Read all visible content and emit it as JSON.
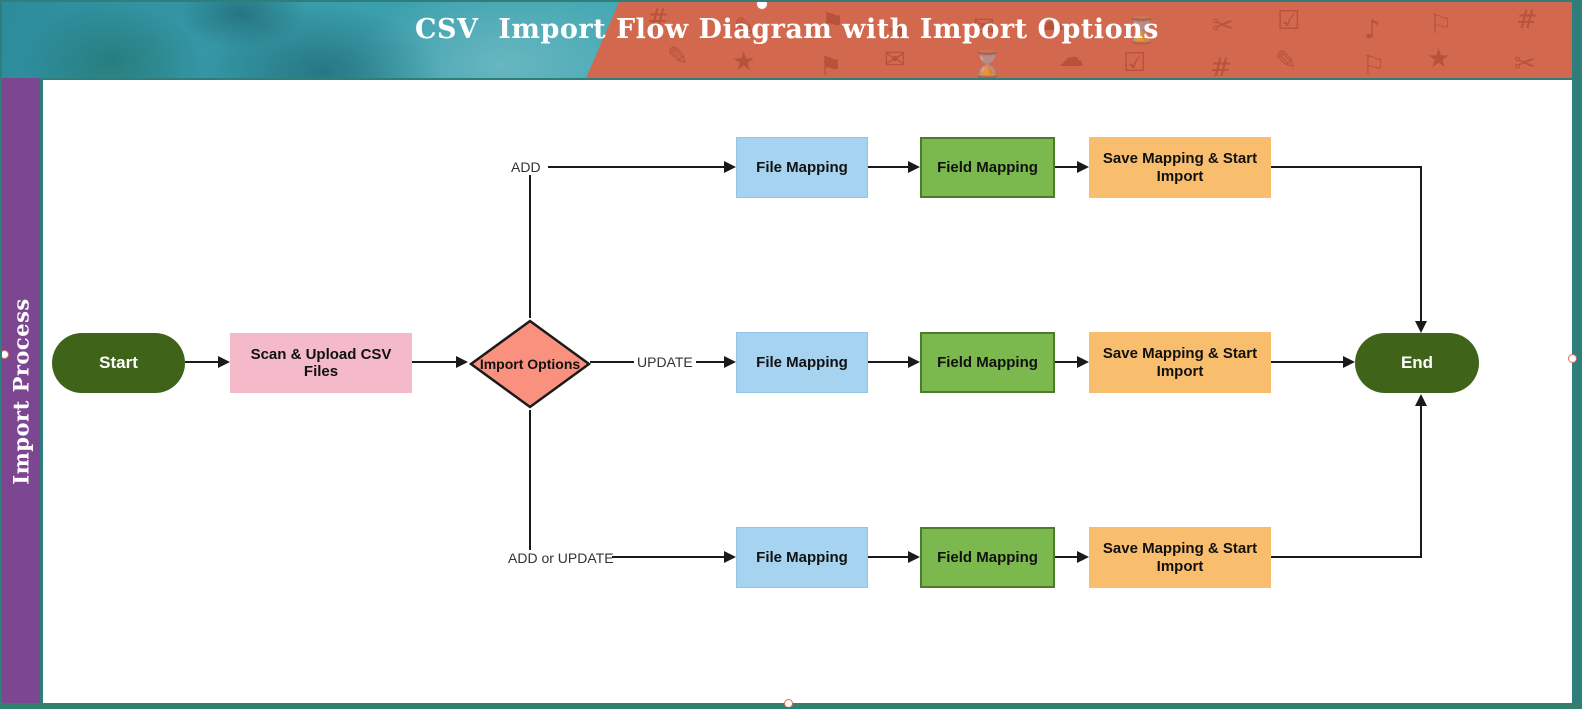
{
  "header": {
    "title": "CSV  Import Flow Diagram with Import Options"
  },
  "lane": {
    "title": "Import Process"
  },
  "nodes": {
    "start": {
      "label": "Start"
    },
    "scan": {
      "label": "Scan & Upload CSV Files"
    },
    "decision": {
      "label": "Import Options"
    },
    "end": {
      "label": "End"
    }
  },
  "branches": [
    {
      "label": "ADD",
      "steps": [
        {
          "label": "File Mapping"
        },
        {
          "label": "Field Mapping"
        },
        {
          "label": "Save Mapping & Start Import"
        }
      ]
    },
    {
      "label": "UPDATE",
      "steps": [
        {
          "label": "File Mapping"
        },
        {
          "label": "Field Mapping"
        },
        {
          "label": "Save Mapping & Start Import"
        }
      ]
    },
    {
      "label": "ADD or UPDATE",
      "steps": [
        {
          "label": "File Mapping"
        },
        {
          "label": "Field Mapping"
        },
        {
          "label": "Save Mapping & Start Import"
        }
      ]
    }
  ],
  "banner": {
    "doodles": [
      "#",
      "✎",
      "⚑",
      "★",
      "✉",
      "☁",
      "⌛",
      "✂",
      "☑",
      "♪",
      "⚐",
      "#",
      "✎",
      "★",
      "⚑",
      "✉",
      "⌛",
      "☁",
      "☑",
      "#",
      "✎",
      "⚐",
      "★",
      "✂"
    ]
  },
  "colors": {
    "frame_teal": "#2e7f7c",
    "banner_teal": "#3ba0ad",
    "banner_orange": "#d2684e",
    "lane_purple": "#7d4691",
    "terminator_green": "#3f6419",
    "process_pink": "#f4bac9",
    "decision_salmon": "#f9917e",
    "step_blue": "#a5d3f0",
    "step_green": "#7bb84d",
    "step_green_border": "#4e7a2b",
    "step_orange": "#f9bd6e",
    "connector_black": "#1a1a1a",
    "handle_red": "#e06c5f"
  }
}
